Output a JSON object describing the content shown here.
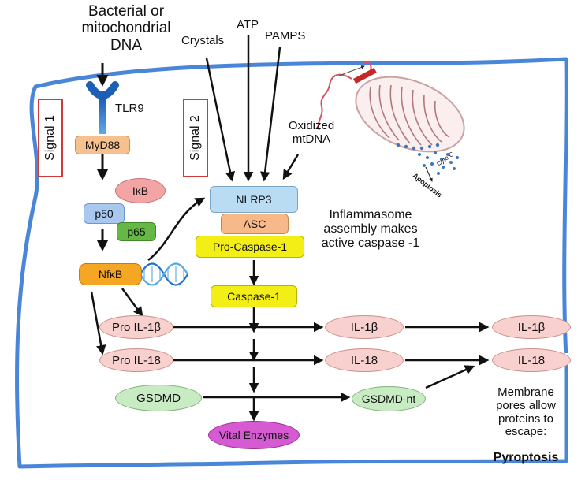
{
  "labels": {
    "bacterial_dna": "Bacterial or mitochondrial DNA",
    "tlr9": "TLR9",
    "crystals": "Crystals",
    "atp": "ATP",
    "pamps": "PAMPS",
    "oxidized_mtdna": "Oxidized mtDNA",
    "cyto_c": "Cyto C",
    "apoptosis": "Apoptosis",
    "inflammasome_text": "Inflammasome assembly makes active caspase -1",
    "membrane_text": "Membrane pores allow proteins to escape:",
    "pyroptosis": "Pyroptosis"
  },
  "signals": {
    "signal1": "Signal 1",
    "signal2": "Signal 2"
  },
  "nodes": {
    "myd88": "MyD88",
    "ikb": "IκB",
    "p50": "p50",
    "p65": "p65",
    "nfkb": "NfκB",
    "nlrp3": "NLRP3",
    "asc": "ASC",
    "pro_caspase1": "Pro-Caspase-1",
    "caspase1": "Caspase-1",
    "pro_il1b": "Pro IL-1β",
    "pro_il18": "Pro IL-18",
    "il1b_inside": "IL-1β",
    "il18_inside": "IL-18",
    "il1b_outside": "IL-1β",
    "il18_outside": "IL-18",
    "gsdmd": "GSDMD",
    "gsdmd_nt": "GSDMD-nt",
    "vital_enzymes": "Vital Enzymes"
  },
  "colors": {
    "membrane": "#4a86d8",
    "signal_box": "#d23a3a",
    "myd88": "#f7c08f",
    "ikb": "#f3a5a5",
    "p50": "#a9c8ef",
    "p65": "#66b845",
    "nfkb": "#f5a623",
    "nlrp3": "#b9dcf3",
    "asc": "#f7b98a",
    "caspase": "#f4ee17",
    "cytokine": "#f8d1cf",
    "gsdmd": "#c9ebc4",
    "vital_enzymes": "#d65ad2",
    "tlr9": "#2a72c9"
  }
}
